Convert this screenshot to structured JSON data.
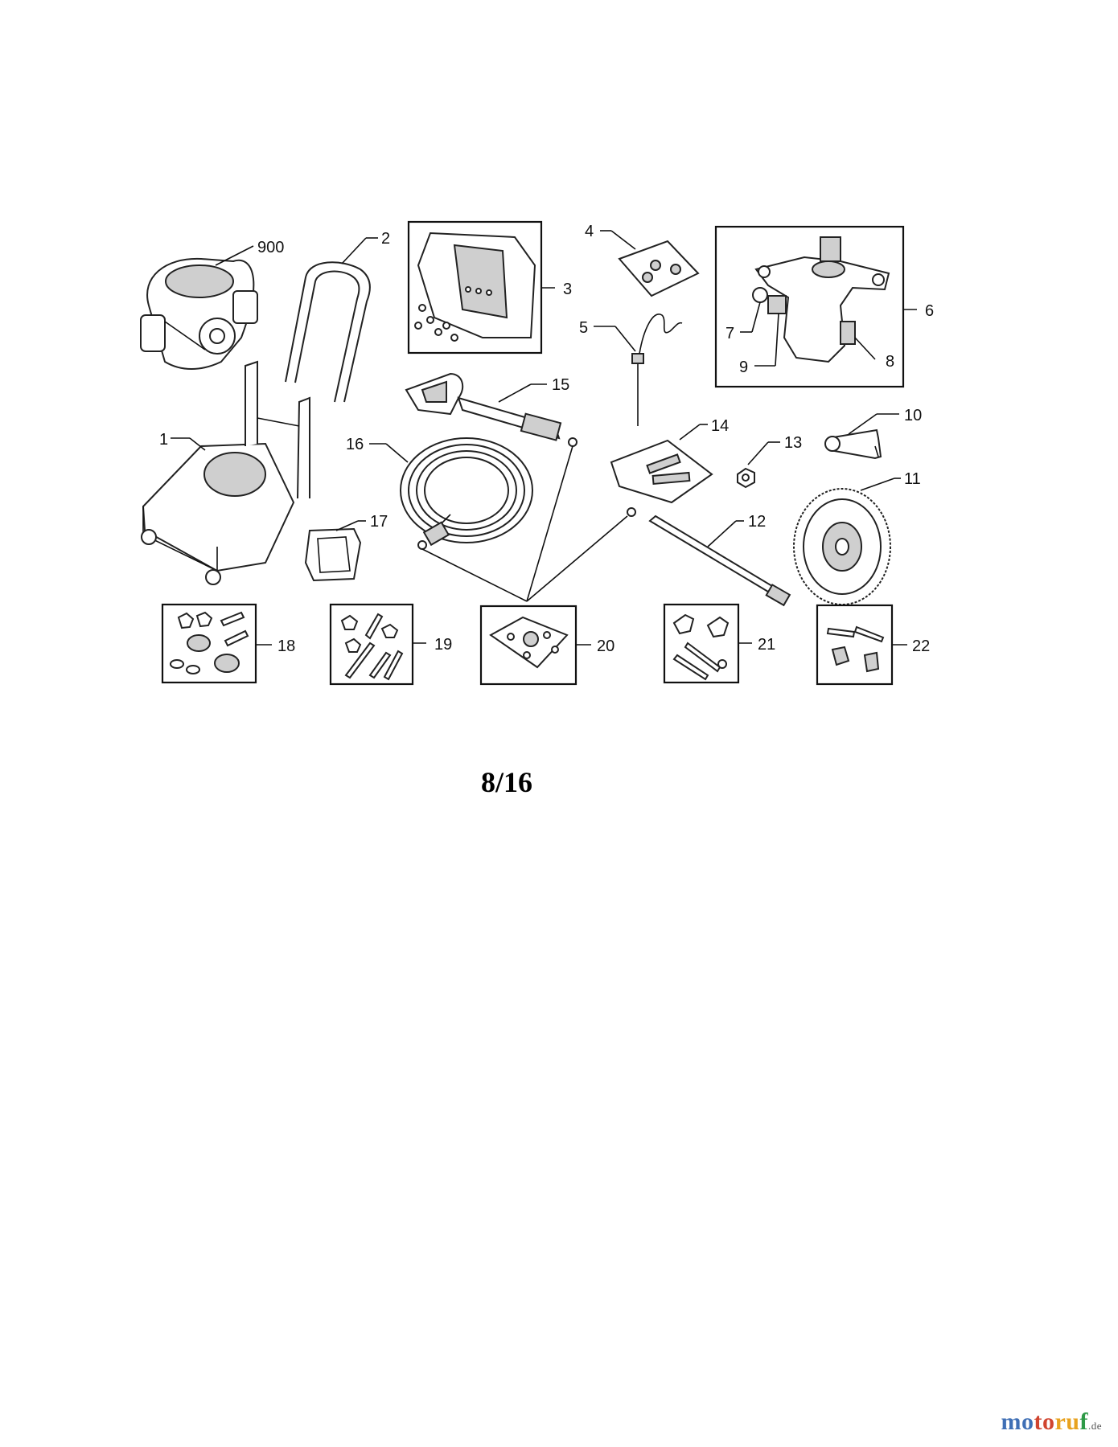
{
  "diagram": {
    "callouts": [
      "900",
      "2",
      "3",
      "4",
      "5",
      "6",
      "7",
      "8",
      "9",
      "1",
      "15",
      "16",
      "14",
      "13",
      "10",
      "11",
      "17",
      "12",
      "18",
      "19",
      "20",
      "21",
      "22"
    ]
  },
  "page_number": "8/16",
  "watermark": {
    "part1": "mo",
    "part2": "to",
    "part3": "ru",
    "part4": "f",
    "tld": ".de"
  }
}
